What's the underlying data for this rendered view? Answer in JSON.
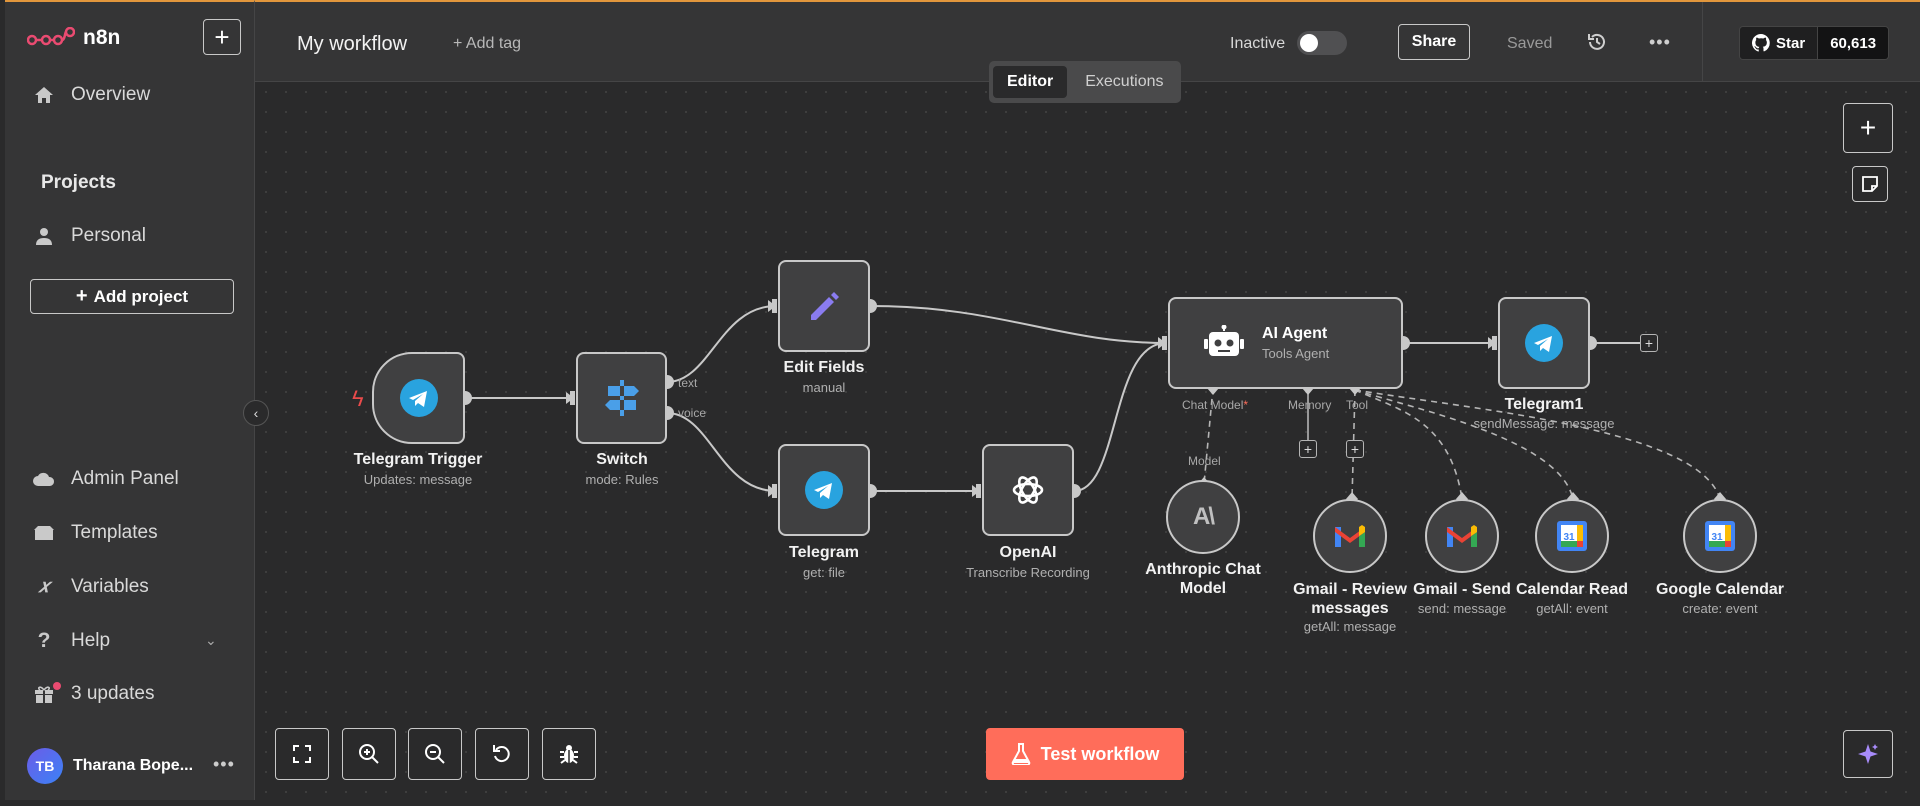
{
  "app": {
    "name": "n8n"
  },
  "sidebar": {
    "overview": "Overview",
    "projects_title": "Projects",
    "personal": "Personal",
    "add_project": "Add project",
    "admin_panel": "Admin Panel",
    "templates": "Templates",
    "variables": "Variables",
    "help": "Help",
    "updates": "3 updates",
    "user_initials": "TB",
    "user_name": "Tharana Bope..."
  },
  "header": {
    "workflow_name": "My workflow",
    "add_tag": "+ Add tag",
    "status_label": "Inactive",
    "share": "Share",
    "saved": "Saved",
    "github_star": "Star",
    "github_count": "60,613"
  },
  "tabs": [
    "Editor",
    "Executions"
  ],
  "nodes": {
    "telegram_trigger": {
      "title": "Telegram Trigger",
      "sub": "Updates: message"
    },
    "switch": {
      "title": "Switch",
      "sub": "mode: Rules",
      "out_text": "text",
      "out_voice": "voice"
    },
    "edit_fields": {
      "title": "Edit Fields",
      "sub": "manual"
    },
    "telegram": {
      "title": "Telegram",
      "sub": "get: file"
    },
    "openai": {
      "title": "OpenAI",
      "sub": "Transcribe Recording"
    },
    "ai_agent": {
      "title": "AI Agent",
      "sub": "Tools Agent",
      "port_chat": "Chat Model",
      "port_memory": "Memory",
      "port_tool": "Tool",
      "port_model": "Model"
    },
    "telegram1": {
      "title": "Telegram1",
      "sub": "sendMessage: message"
    },
    "anthropic": {
      "title": "Anthropic Chat Model",
      "sub": ""
    },
    "gmail_review": {
      "title": "Gmail - Review messages",
      "sub": "getAll: message"
    },
    "gmail_send": {
      "title": "Gmail - Send",
      "sub": "send: message"
    },
    "calendar_read": {
      "title": "Calendar Read",
      "sub": "getAll: event"
    },
    "google_calendar": {
      "title": "Google Calendar",
      "sub": "create: event"
    }
  },
  "actions": {
    "test_workflow": "Test workflow"
  },
  "colors": {
    "accent": "#ff6d5a",
    "brand": "#ea4b71",
    "telegram": "#29a3df",
    "switch": "#4a9fe8",
    "edit": "#8a7cf0"
  }
}
